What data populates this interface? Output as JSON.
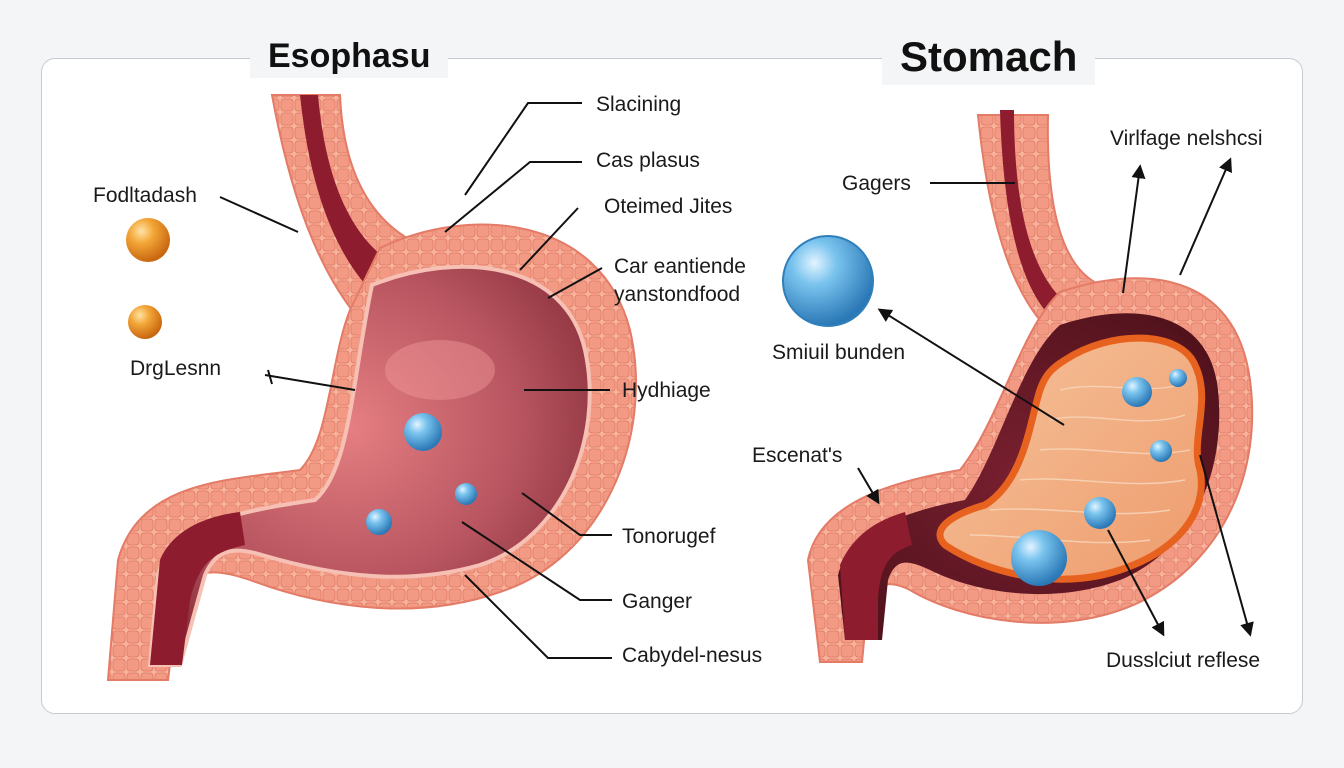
{
  "titles": {
    "left": "Esophasu",
    "right": "Stomach"
  },
  "left_labels": {
    "slacining": "Slacining",
    "casplasus": "Cas plasus",
    "oteimed_jites": "Oteimed Jites",
    "car_eantiende": "Car eantiende",
    "yanstondfood": "yanstondfood",
    "fodltadash": "Fodltadash",
    "drglesnn": "DrgLesnn",
    "hydhiage": "Hydhiage",
    "tonorugef": "Tonorugef",
    "ganger": "Ganger",
    "cabydel_nesus": "Cabydel-nesus"
  },
  "right_labels": {
    "virlfage_nelshcsi": "Virlfage nelshcsi",
    "gagers": "Gagers",
    "smiuil_bunden": "Smiuil bunden",
    "escenats": "Escenat's",
    "dusslciut_reflese": "Dusslciut reflese"
  },
  "colors": {
    "wall": "#f2a08a",
    "wall_edge": "#e37b67",
    "lumen": "#a84a52",
    "esophagus_dark": "#8d1c2e",
    "food_mass": "#f0a879",
    "food_orange": "#e8621f",
    "bubble": "#5aaee0",
    "orange_ball": "#ee9a2a"
  }
}
